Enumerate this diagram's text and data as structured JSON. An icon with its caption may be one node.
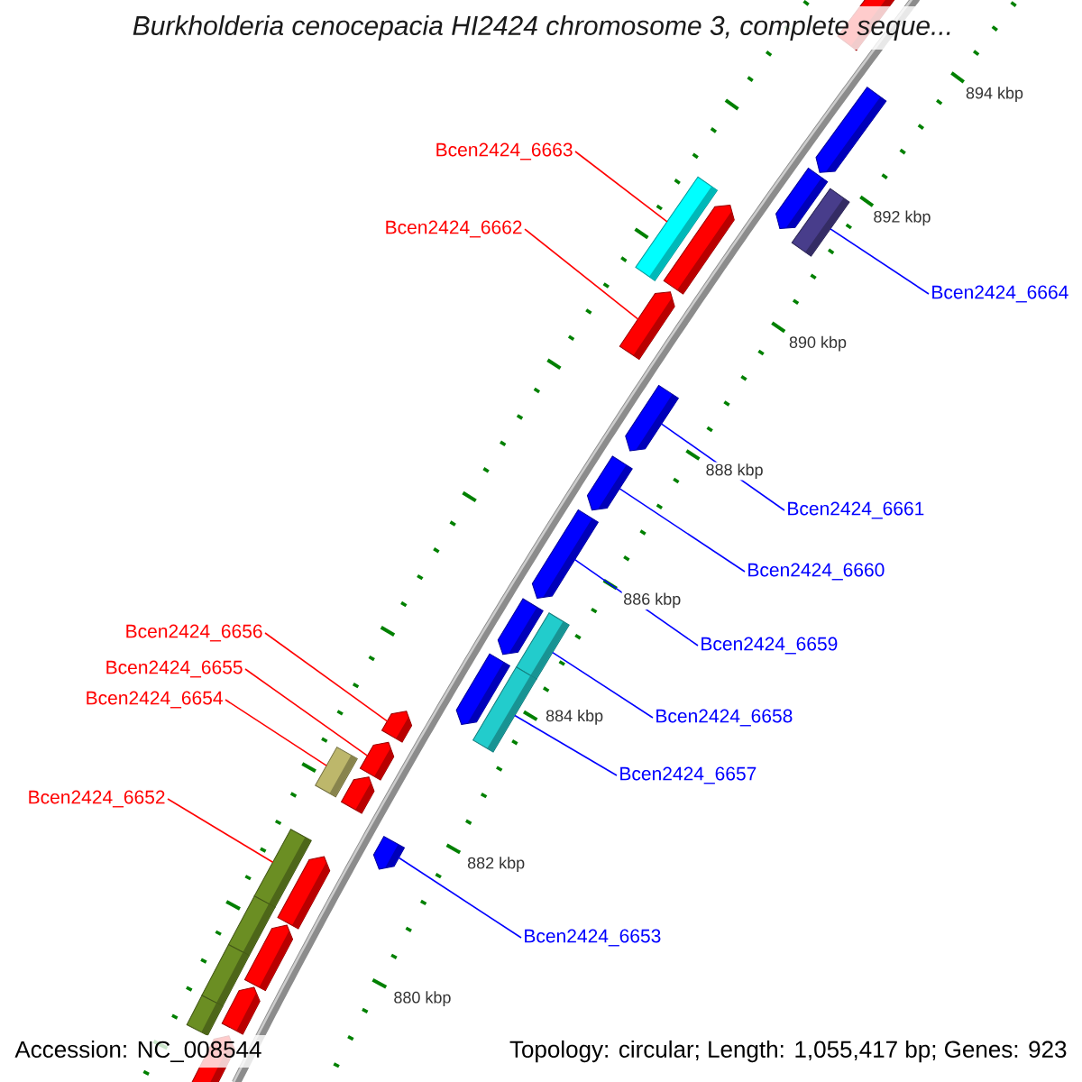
{
  "diagram": {
    "title": "Burkholderia cenocepacia HI2424 chromosome 3, complete seque...",
    "nodes": [
      {
        "text": [
          "Bcen2424_6663"
        ]
      },
      {
        "text": [
          "Bcen2424_6662"
        ]
      },
      {
        "text": [
          "Bcen2424_6664"
        ]
      },
      {
        "text": [
          "Bcen2424_6661"
        ]
      },
      {
        "text": [
          "Bcen2424_6660"
        ]
      },
      {
        "text": [
          "Bcen2424_6656"
        ]
      },
      {
        "text": [
          "Bcen2424_6659"
        ]
      },
      {
        "text": [
          "Bcen2424_6655"
        ]
      },
      {
        "text": [
          "Bcen2424_6654"
        ]
      },
      {
        "text": [
          "Bcen2424_6658"
        ]
      },
      {
        "text": [
          "Bcen2424_6657"
        ]
      },
      {
        "text": [
          "Bcen2424_6652"
        ]
      },
      {
        "text": [
          "Bcen2424_6653"
        ]
      },
      {
        "text": [],
        "shape": "pentagon"
      },
      {
        "text": [],
        "shape": "pentagon"
      },
      {
        "text": [],
        "shape": "pentagon"
      },
      {
        "text": [],
        "shape": "box"
      },
      {
        "text": [],
        "shape": "box"
      },
      {
        "text": [],
        "shape": "pentagon"
      },
      {
        "text": [],
        "shape": "pentagon"
      },
      {
        "text": [],
        "shape": "pentagon"
      },
      {
        "text": [],
        "shape": "pentagon"
      },
      {
        "text": [],
        "shape": "pentagon"
      },
      {
        "text": [],
        "shape": "pentagon"
      },
      {
        "text": [],
        "shape": "box"
      },
      {
        "text": [],
        "shape": "pentagon"
      },
      {
        "text": [],
        "shape": "box"
      },
      {
        "text": [],
        "shape": "pentagon"
      },
      {
        "text": [],
        "shape": "pentagon"
      },
      {
        "text": [],
        "shape": "box"
      },
      {
        "text": [],
        "shape": "pentagon"
      },
      {
        "text": [],
        "shape": "box"
      },
      {
        "text": [],
        "shape": "pentagon"
      },
      {
        "text": [],
        "shape": "pentagon"
      },
      {
        "text": [],
        "shape": "box"
      },
      {
        "text": [],
        "shape": "pentagon"
      },
      {
        "text": [],
        "shape": "box"
      },
      {
        "text": [],
        "shape": "pentagon"
      },
      {
        "text": [],
        "shape": "box"
      },
      {
        "text": [],
        "shape": "pentagon"
      }
    ],
    "edges": [
      {
        "from": 0,
        "to": 16,
        "arrow": "none",
        "color": "#ff0000"
      },
      {
        "from": 1,
        "to": 19,
        "arrow": "none",
        "color": "#ff0000"
      },
      {
        "from": 2,
        "to": 17,
        "arrow": "none"
      },
      {
        "from": 3,
        "to": 20,
        "arrow": "none"
      },
      {
        "from": 4,
        "to": 21,
        "arrow": "none"
      },
      {
        "from": 5,
        "to": 27,
        "arrow": "none",
        "color": "#ff0000"
      },
      {
        "from": 6,
        "to": 22,
        "arrow": "none"
      },
      {
        "from": 7,
        "to": 28,
        "arrow": "none",
        "color": "#ff0000"
      },
      {
        "from": 8,
        "to": 29,
        "arrow": "none",
        "color": "#ff0000"
      },
      {
        "from": 9,
        "to": 24,
        "arrow": "none"
      },
      {
        "from": 10,
        "to": 26,
        "arrow": "none"
      },
      {
        "from": 11,
        "to": 31,
        "arrow": "none",
        "color": "#ff0000"
      },
      {
        "from": 12,
        "to": 32,
        "arrow": "none"
      }
    ],
    "labels": [
      "894 kbp",
      "892 kbp",
      "890 kbp",
      "888 kbp",
      "886 kbp",
      "884 kbp",
      "882 kbp",
      "880 kbp",
      "Accession: NC_008544",
      "Topology: circular; Length: 1,055,417 bp; Genes: 923"
    ]
  }
}
